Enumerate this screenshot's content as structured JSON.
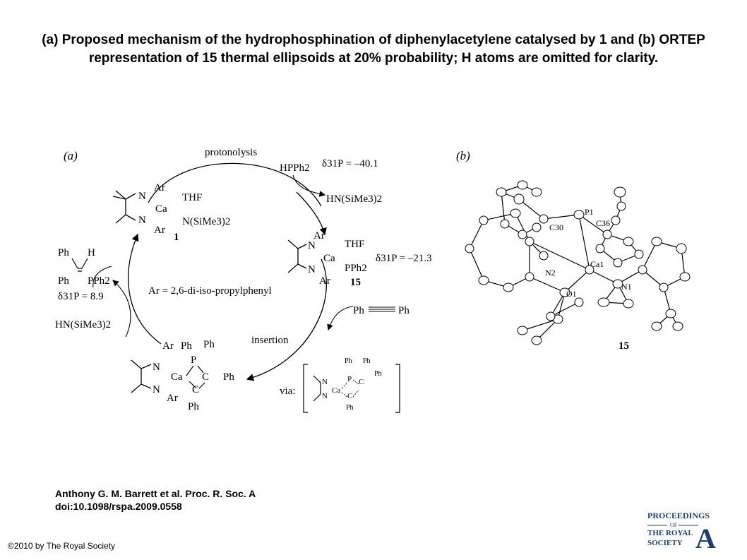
{
  "slide": {
    "title": "(a) Proposed mechanism of the hydrophosphination of diphenylacetylene catalysed by 1 and (b) ORTEP representation of 15 thermal ellipsoids at 20% probability; H atoms are omitted for clarity.",
    "citation_line1": "Anthony G. M. Barrett et al. Proc. R. Soc. A",
    "citation_line2": "doi:10.1098/rspa.2009.0558",
    "copyright": "©2010 by The Royal Society"
  },
  "logo": {
    "line1": "PROCEEDINGS",
    "line2": "OF",
    "line3": "THE ROYAL",
    "line4": "SOCIETY",
    "letter": "A"
  },
  "panel_a": {
    "label": "(a)",
    "protonolysis": "protonolysis",
    "hpph2": "HPPh2",
    "shift_hpph2": "δ31P = –40.1",
    "hn_sime3": "HN(SiMe3)2",
    "cat_thf": "THF",
    "cat_ca": "Ca",
    "cat_amide": "N(SiMe3)2",
    "cat_number": "1",
    "ar": "Ar",
    "n": "N",
    "int15_thf": "THF",
    "int15_pph2": "PPh2",
    "int15_shift": "δ31P = –21.3",
    "int15_number": "15",
    "ar_def": "Ar = 2,6-di-iso-propylphenyl",
    "alkyne_ph1": "Ph",
    "alkyne_ph2": "Ph",
    "insertion": "insertion",
    "via": "via:",
    "product_ph1": "Ph",
    "product_h": "H",
    "product_ph2": "Ph",
    "product_pph2": "PPh2",
    "product_shift": "δ31P = 8.9",
    "hn_sime3_left": "HN(SiMe3)2",
    "bottom_p": "P",
    "bottom_ph_a": "Ph",
    "bottom_ph_b": "Ph",
    "bottom_c1": "C",
    "bottom_c2": "C",
    "bottom_ph_c": "Ph",
    "bottom_ph_d": "Ph",
    "ts_ph1": "Ph",
    "ts_ph2": "Ph",
    "ts_ph3": "Ph",
    "ts_ph4": "Ph",
    "ts_p": "P",
    "ts_c1": "C",
    "ts_c2": "C",
    "ts_ca": "Ca"
  },
  "panel_b": {
    "label": "(b)",
    "p1": "P1",
    "c30": "C30",
    "c36": "C36",
    "n2": "N2",
    "ca1": "Ca1",
    "n1": "N1",
    "o1": "O1",
    "number": "15"
  }
}
